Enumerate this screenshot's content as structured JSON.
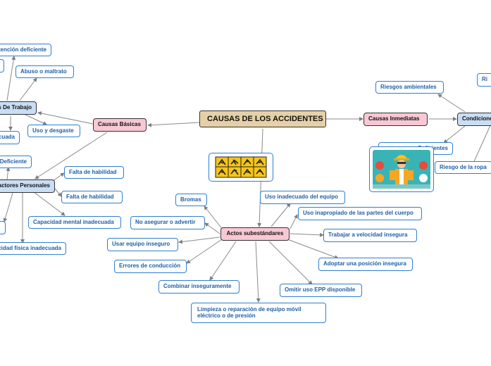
{
  "root": "CAUSAS DE LOS ACCIDENTES",
  "left": {
    "causas_basicas": "Causas Básicas",
    "factores_de_trabajo": "Factores De Trabajo",
    "factores_personales": "Factores Personales",
    "mantencion_deficiente": "Mantención deficiente",
    "abuso_maltrato": "Abuso o maltrato",
    "uso_desgaste": "Uso y desgaste",
    "inadecuada": "Inadecuada",
    "deficiente": "Deficiente",
    "falta_habilidad_1": "Falta de habilidad",
    "falta_habilidad_2": "Falta de habilidad",
    "capacidad_mental": "Capacidad mental inadecuada",
    "capacidad_fisica": "Capacidad física inadecuada"
  },
  "right": {
    "causas_inmediatas": "Causas Inmediatas",
    "condiciones": "Condiciones",
    "riesgos_ambientales": "Riesgos ambientales",
    "riesgo_ropa": "Riesgo de la ropa",
    "deficientes": "Deficientes"
  },
  "actos": {
    "title": "Actos subestándares",
    "items": [
      "Bromas",
      "No asegurar o advertir",
      "Usar equipo inseguro",
      "Errores de conducción",
      "Combinar inseguramente",
      "Limpieza o reparación de equipo móvil eléctrico o de presión",
      "Omitir uso EPP disponible",
      "Adoptar una posición insegura",
      "Trabajar a velocidad insegura",
      "Uso inapropiado de las partes del cuerpo",
      "Uso inadecuado del equipo"
    ]
  },
  "colors": {
    "link": "#7f7f7f",
    "node_border": "#2f7fd1",
    "node_text": "#1f5fa8",
    "pink": "#f8c8d4",
    "blue": "#c9def5",
    "root": "#e6d0a8"
  }
}
